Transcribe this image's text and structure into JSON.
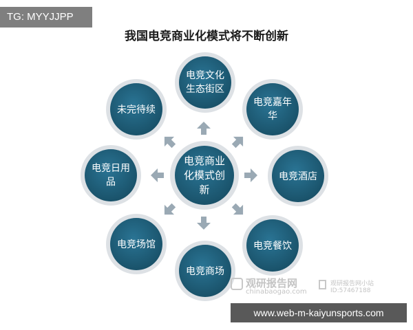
{
  "badge": {
    "text": "TG: MYYJJPP"
  },
  "title": "我国电竞商业化模式将不断创新",
  "center": {
    "lines": [
      "电竞商业",
      "化模式创",
      "新"
    ]
  },
  "nodes": {
    "culture_district": [
      "电竞文化",
      "生态街区"
    ],
    "carnival": [
      "电竞嘉年",
      "华"
    ],
    "hotel": [
      "电竞酒店"
    ],
    "catering": [
      "电竞餐饮"
    ],
    "mall": [
      "电竞商场"
    ],
    "venue": [
      "电竞场馆"
    ],
    "daily_goods": [
      "电竞日用",
      "品"
    ],
    "tbc": [
      "未完待续"
    ]
  },
  "watermark": {
    "logo_text": "观研报告网",
    "url": "chinabaogao.com",
    "brand": "观研报告网小站",
    "id": "ID:57467188"
  },
  "url_banner": {
    "text": "www.web-m-kaiyunsports.com"
  },
  "colors": {
    "node_fill": "#1f5f7a",
    "node_ring": "#d9dde1",
    "arrow": "#9aa9b4",
    "badge": "#7f7f7f",
    "banner": "#595959"
  },
  "icons": [
    "arrow-icon"
  ]
}
